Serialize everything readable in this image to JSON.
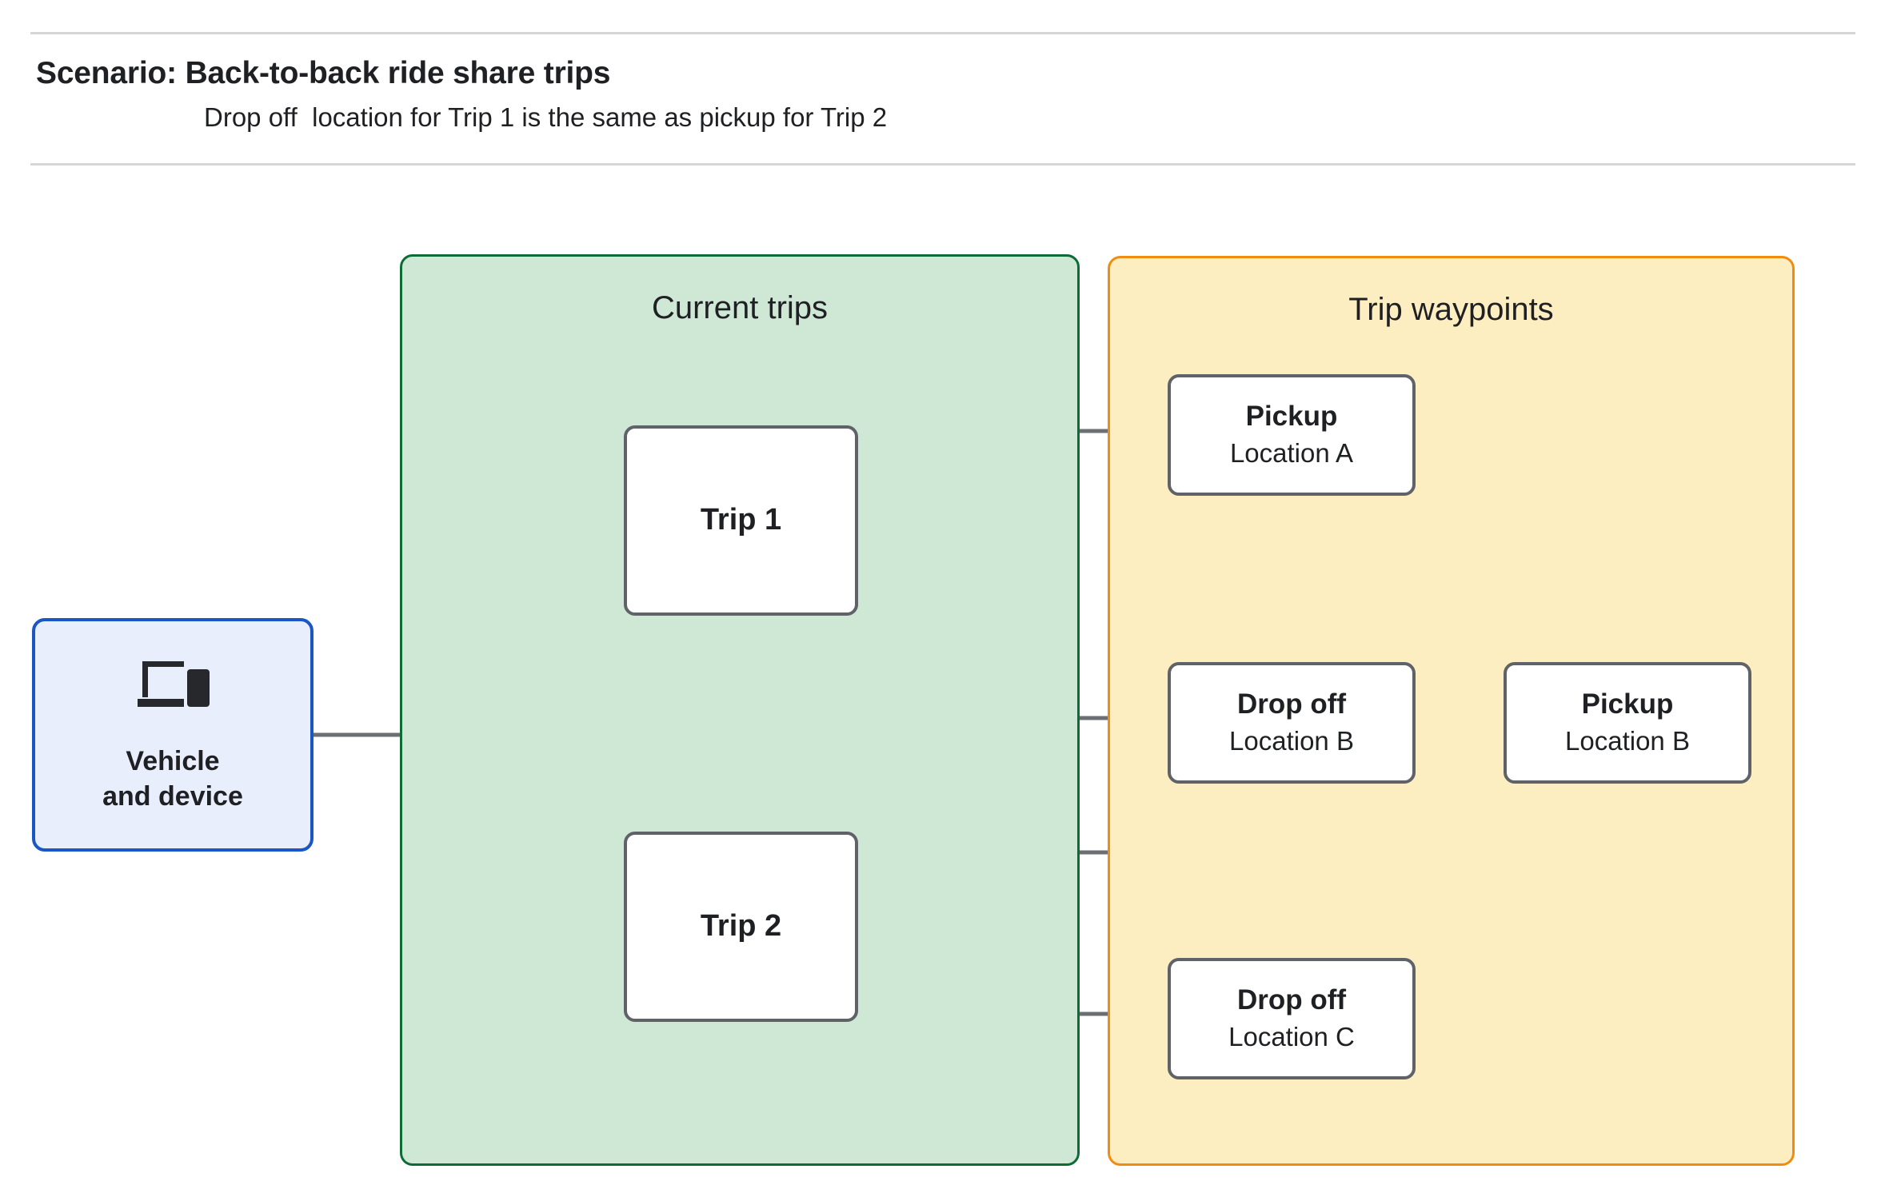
{
  "header": {
    "title": "Scenario: Back-to-back ride share trips",
    "subtitle": "Drop off  location for Trip 1 is the same as pickup for Trip 2"
  },
  "colors": {
    "current_trips_fill": "#cfe7d5",
    "current_trips_border": "#0d6b36",
    "trip_waypoints_fill": "#fceec1",
    "trip_waypoints_border": "#f08c12",
    "vehicle_fill": "#e8eefc",
    "vehicle_border": "#1a56c4",
    "node_border": "#5f6368",
    "connector": "#6b6f73",
    "rule": "#d6d6d6"
  },
  "vehicle_device": {
    "icon": "devices-laptop-phone-icon",
    "label": "Vehicle\nand device"
  },
  "panels": [
    {
      "id": "current-trips",
      "title": "Current trips"
    },
    {
      "id": "trip-waypoints",
      "title": "Trip waypoints"
    }
  ],
  "trips": [
    {
      "id": "trip1",
      "label": "Trip 1"
    },
    {
      "id": "trip2",
      "label": "Trip 2"
    }
  ],
  "waypoints": [
    {
      "id": "pickup-a",
      "type": "Pickup",
      "location": "Location A"
    },
    {
      "id": "dropoff-b",
      "type": "Drop off",
      "location": "Location B"
    },
    {
      "id": "pickup-b",
      "type": "Pickup",
      "location": "Location B"
    },
    {
      "id": "dropoff-c",
      "type": "Drop off",
      "location": "Location C"
    }
  ],
  "connections": [
    {
      "from": "vehicle-and-device",
      "to": "trip1"
    },
    {
      "from": "vehicle-and-device",
      "to": "trip2"
    },
    {
      "from": "trip1",
      "to": "pickup-a"
    },
    {
      "from": "trip1",
      "to": "dropoff-b"
    },
    {
      "from": "trip2",
      "to": "pickup-b"
    },
    {
      "from": "trip2",
      "to": "dropoff-c"
    }
  ]
}
